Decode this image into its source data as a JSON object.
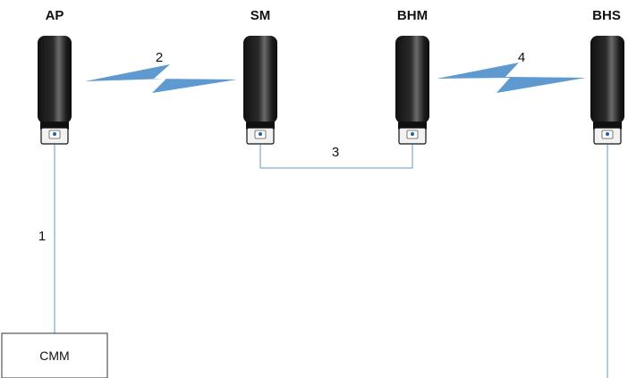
{
  "devices": [
    {
      "id": "ap",
      "label": "AP"
    },
    {
      "id": "sm",
      "label": "SM"
    },
    {
      "id": "bhm",
      "label": "BHM"
    },
    {
      "id": "bhs",
      "label": "BHS"
    }
  ],
  "cmm": {
    "label": "CMM"
  },
  "links": [
    {
      "id": "link-1",
      "number": "1",
      "type": "cable",
      "from": "AP",
      "to": "CMM"
    },
    {
      "id": "link-2",
      "number": "2",
      "type": "wireless",
      "from": "AP",
      "to": "SM"
    },
    {
      "id": "link-3",
      "number": "3",
      "type": "cable",
      "from": "SM",
      "to": "BHM"
    },
    {
      "id": "link-4",
      "number": "4",
      "type": "wireless",
      "from": "BHM",
      "to": "BHS"
    }
  ],
  "colors": {
    "cable": "#7fb0d6",
    "wireless": "#5e9ad0",
    "device_body": "#111111",
    "device_highlight": "#6a6a6a",
    "connector": "#f2f2f2",
    "cmm_border": "#333333"
  },
  "icons": {
    "device": "radio-unit-icon",
    "wireless": "lightning-bolt-icon"
  }
}
